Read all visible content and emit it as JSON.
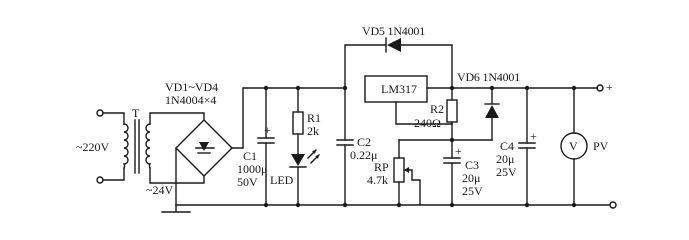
{
  "supply": {
    "ac_in": "~220V",
    "transformer": "T",
    "secondary": "~24V"
  },
  "rectifier": {
    "ref": "VD1~VD4",
    "part": "1N4004×4"
  },
  "c1": {
    "ref": "C1",
    "value": "1000μ",
    "voltage": "50V",
    "polarity": "+"
  },
  "r1": {
    "ref": "R1",
    "value": "2k"
  },
  "led": {
    "ref": "LED"
  },
  "c2": {
    "ref": "C2",
    "value": "0.22μ"
  },
  "regulator": {
    "name": "LM317"
  },
  "vd5": {
    "label": "VD5 1N4001"
  },
  "vd6": {
    "label": "VD6 1N4001"
  },
  "r2": {
    "ref": "R2",
    "value": "240Ω"
  },
  "rp": {
    "ref": "RP",
    "value": "4.7k"
  },
  "c3": {
    "ref": "C3",
    "value": "20μ",
    "voltage": "25V",
    "polarity": "+"
  },
  "c4": {
    "ref": "C4",
    "value": "20μ",
    "voltage": "25V",
    "polarity": "+"
  },
  "meter": {
    "symbol": "V",
    "ref": "PV"
  },
  "output": {
    "plus": "+"
  }
}
